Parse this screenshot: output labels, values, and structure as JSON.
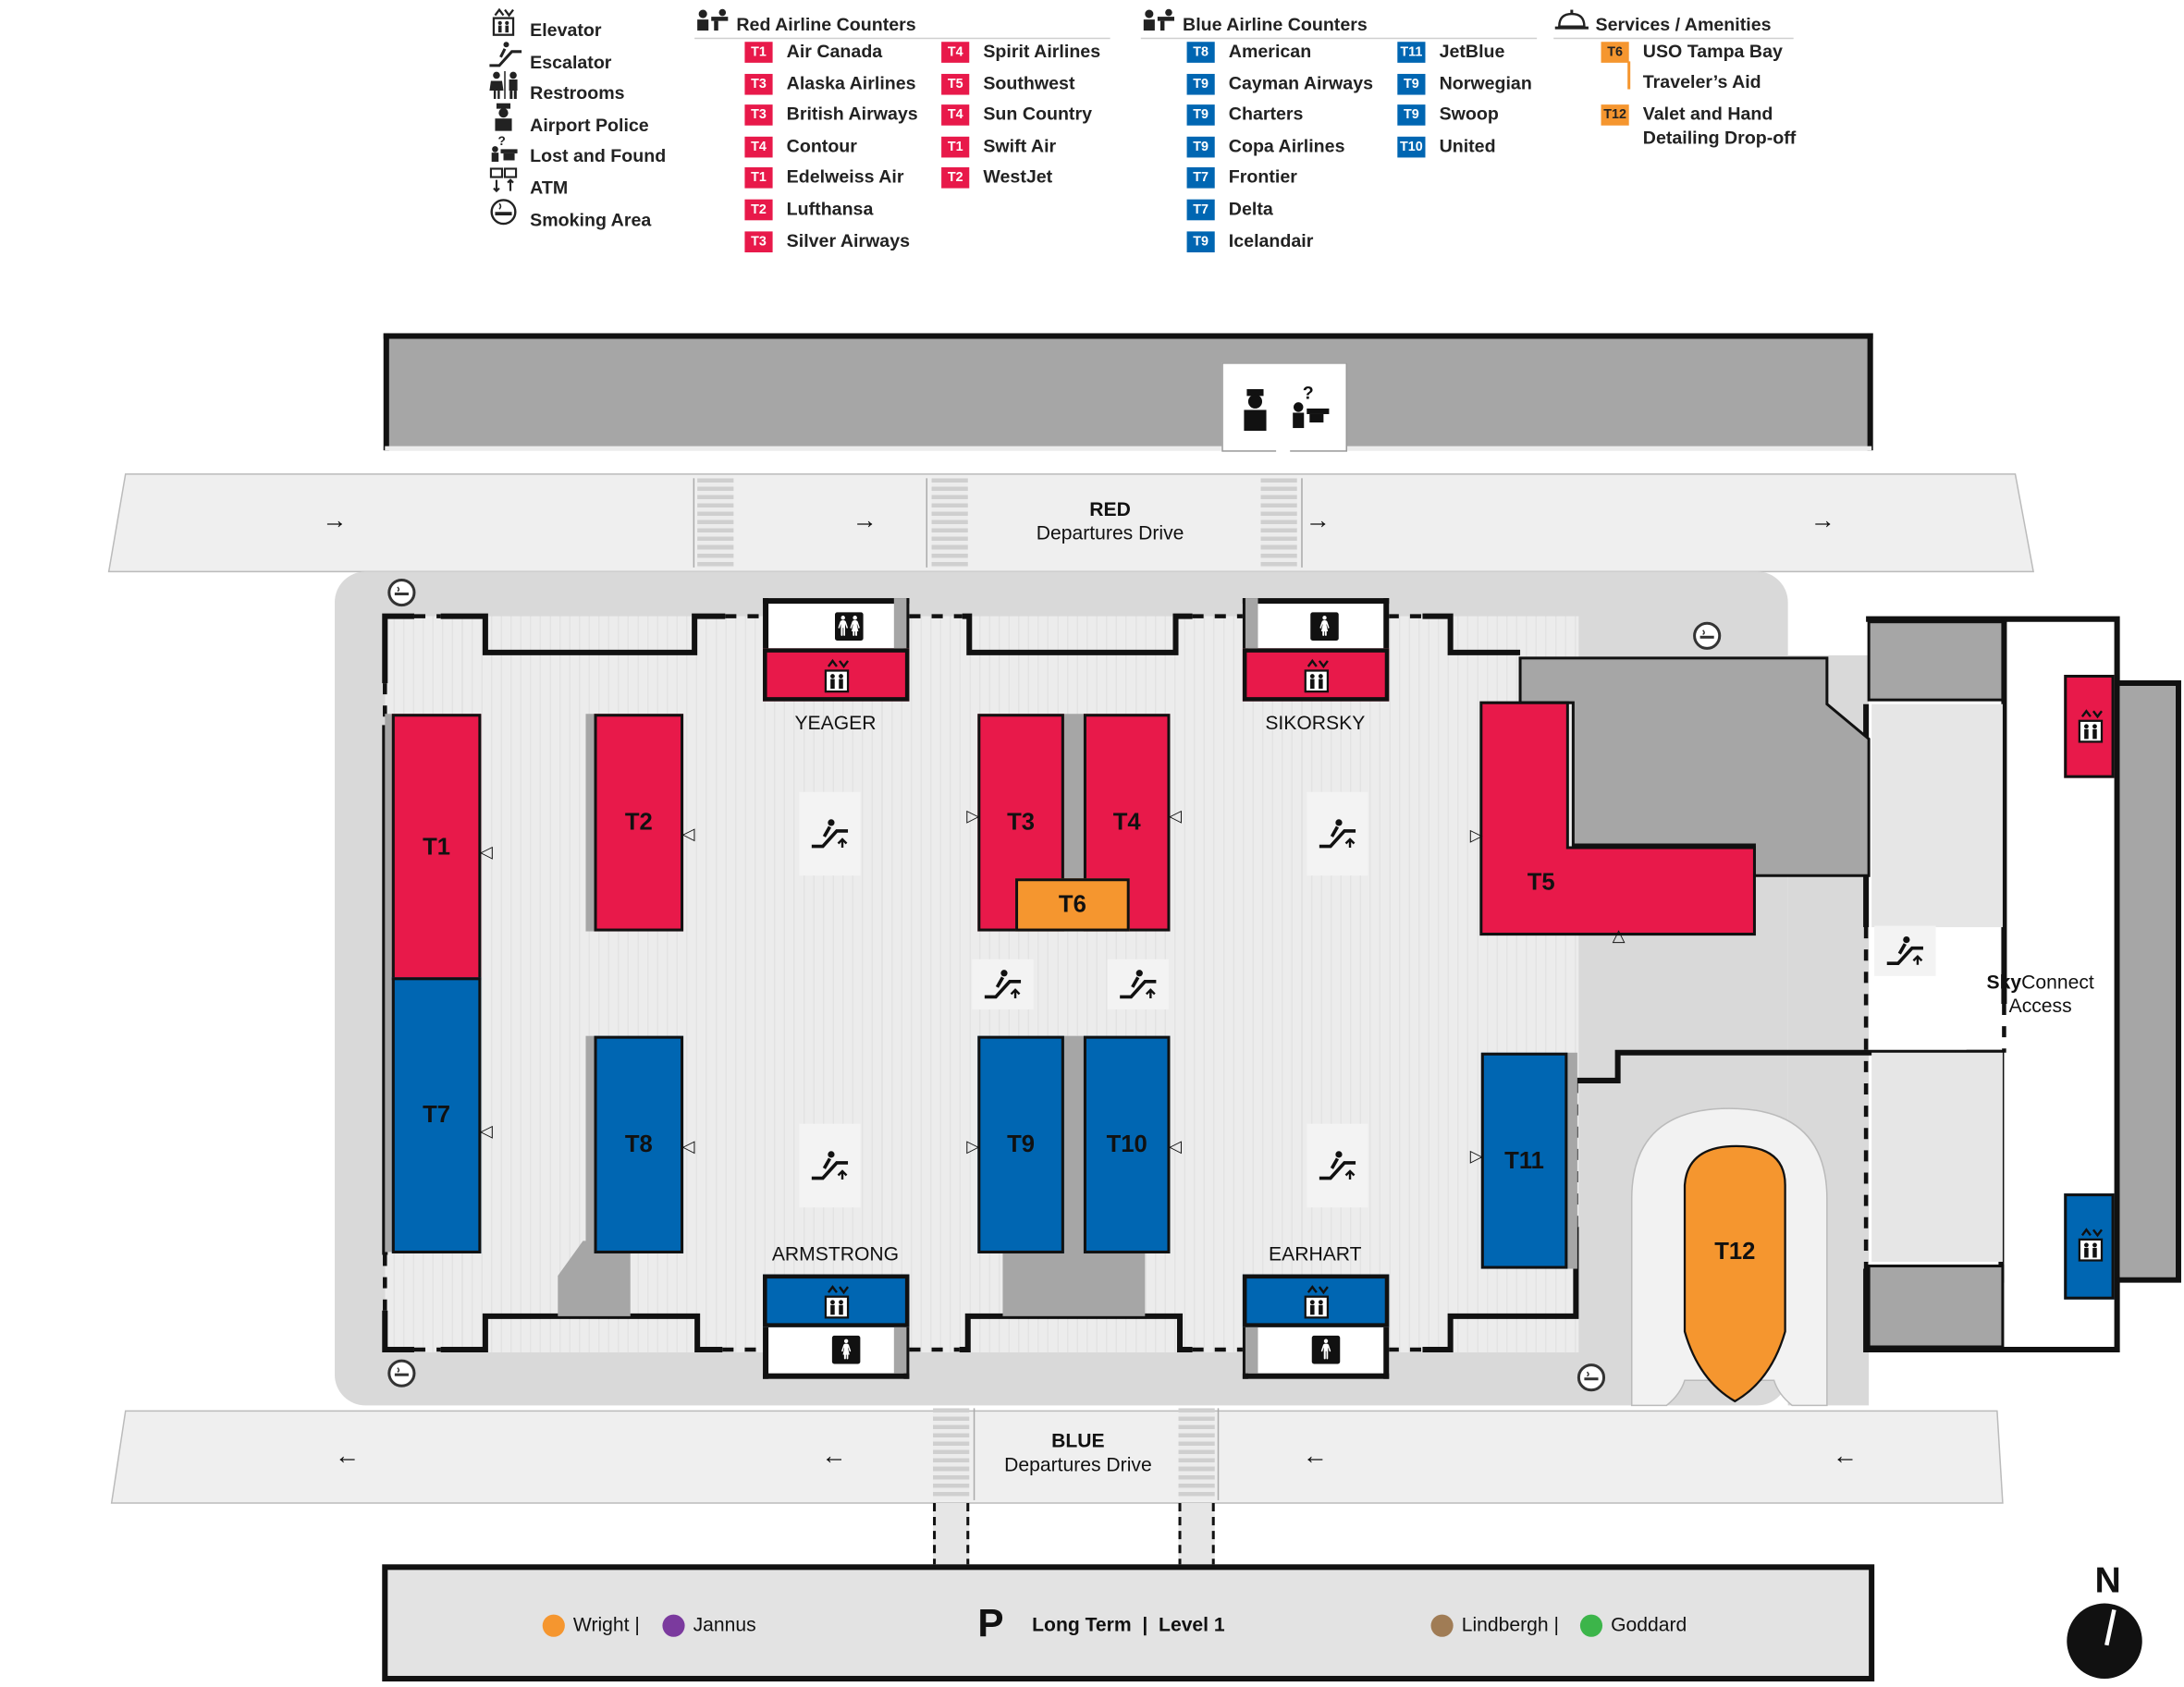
{
  "legend": {
    "amenities": [
      {
        "icon": "elevator-icon",
        "label": "Elevator"
      },
      {
        "icon": "escalator-icon",
        "label": "Escalator"
      },
      {
        "icon": "restrooms-icon",
        "label": "Restrooms"
      },
      {
        "icon": "police-icon",
        "label": "Airport Police"
      },
      {
        "icon": "lost-found-icon",
        "label": "Lost and Found"
      },
      {
        "icon": "atm-icon",
        "label": "ATM"
      },
      {
        "icon": "smoking-icon",
        "label": "Smoking Area"
      }
    ],
    "red_heading": "Red Airline Counters",
    "red_col1": [
      {
        "badge": "T1",
        "label": "Air Canada"
      },
      {
        "badge": "T3",
        "label": "Alaska Airlines"
      },
      {
        "badge": "T3",
        "label": "British Airways"
      },
      {
        "badge": "T4",
        "label": "Contour"
      },
      {
        "badge": "T1",
        "label": "Edelweiss Air"
      },
      {
        "badge": "T2",
        "label": "Lufthansa"
      },
      {
        "badge": "T3",
        "label": "Silver Airways"
      }
    ],
    "red_col2": [
      {
        "badge": "T4",
        "label": "Spirit Airlines"
      },
      {
        "badge": "T5",
        "label": "Southwest"
      },
      {
        "badge": "T4",
        "label": "Sun Country"
      },
      {
        "badge": "T1",
        "label": "Swift Air"
      },
      {
        "badge": "T2",
        "label": "WestJet"
      }
    ],
    "blue_heading": "Blue Airline Counters",
    "blue_col1": [
      {
        "badge": "T8",
        "label": "American"
      },
      {
        "badge": "T9",
        "label": "Cayman Airways"
      },
      {
        "badge": "T9",
        "label": "Charters"
      },
      {
        "badge": "T9",
        "label": "Copa Airlines"
      },
      {
        "badge": "T7",
        "label": "Frontier"
      },
      {
        "badge": "T7",
        "label": "Delta"
      },
      {
        "badge": "T9",
        "label": "Icelandair"
      }
    ],
    "blue_col2": [
      {
        "badge": "T11",
        "label": "JetBlue"
      },
      {
        "badge": "T9",
        "label": "Norwegian"
      },
      {
        "badge": "T9",
        "label": "Swoop"
      },
      {
        "badge": "T10",
        "label": "United"
      }
    ],
    "services_heading": "Services / Amenities",
    "services": [
      {
        "badge": "T6",
        "label": "USO Tampa Bay"
      },
      {
        "badge": "",
        "label": "Traveler’s Aid"
      },
      {
        "badge": "T12",
        "label": "Valet and Hand"
      },
      {
        "badge": "",
        "label": "Detailing Drop-off"
      }
    ]
  },
  "map": {
    "red_drive_line1": "RED",
    "red_drive_line2": "Departures Drive",
    "blue_drive_line1": "BLUE",
    "blue_drive_line2": "Departures Drive",
    "zones": {
      "yeager": "YEAGER",
      "sikorsky": "SIKORSKY",
      "armstrong": "ARMSTRONG",
      "earhart": "EARHART"
    },
    "counters": {
      "t1": "T1",
      "t2": "T2",
      "t3": "T3",
      "t4": "T4",
      "t5": "T5",
      "t6": "T6",
      "t7": "T7",
      "t8": "T8",
      "t9": "T9",
      "t10": "T10",
      "t11": "T11",
      "t12": "T12"
    },
    "skyconnect_bold": "Sky",
    "skyconnect_rest": "Connect",
    "skyconnect_line2": "Access",
    "parking": {
      "p_symbol": "P",
      "level_text": "Long Term  |  Level 1",
      "wright": "Wright |",
      "jannus": "Jannus",
      "lindbergh": "Lindbergh |",
      "goddard": "Goddard"
    },
    "north": "N"
  },
  "colors": {
    "red": "#e8194a",
    "blue": "#0066b2",
    "orange": "#f5962f",
    "wright": "#f5962f",
    "jannus": "#7b3a9e",
    "lindbergh": "#a07c55",
    "goddard": "#3cb54a"
  }
}
